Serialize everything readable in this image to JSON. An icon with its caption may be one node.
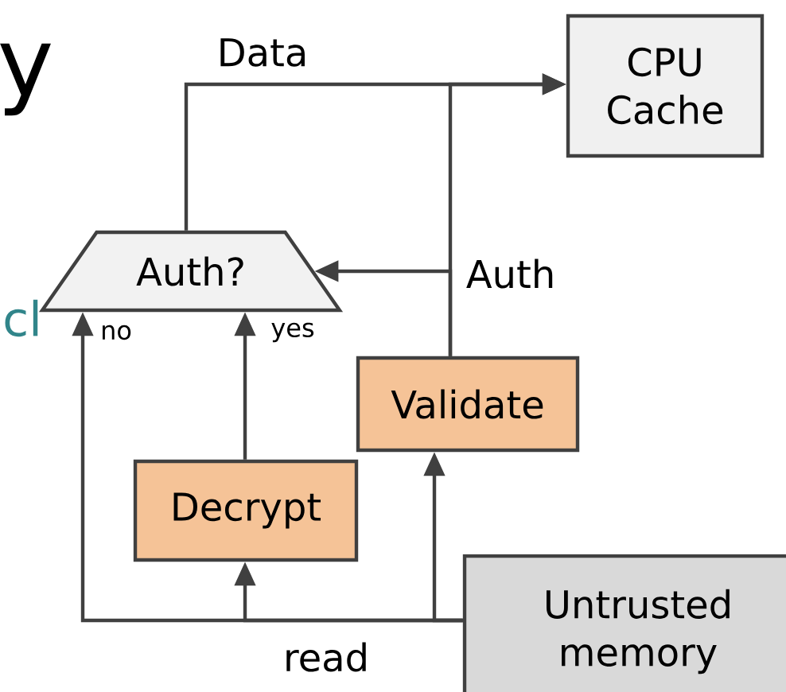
{
  "diagram": {
    "nodes": [
      {
        "text": [
          "Auth?"
        ]
      },
      {
        "text": [
          "CPU Cache"
        ]
      },
      {
        "text": [
          "Validate"
        ]
      },
      {
        "text": [
          "Decrypt"
        ]
      },
      {
        "text": [
          "Untrusted memory"
        ]
      }
    ],
    "edges": [
      {
        "from": 0,
        "to": 1,
        "arrow": "to",
        "label": "Data"
      },
      {
        "from": 2,
        "to": 1,
        "arrow": "to"
      },
      {
        "from": 2,
        "to": 0,
        "arrow": "to",
        "label": "Auth"
      },
      {
        "from": 4,
        "to": 0,
        "arrow": "to",
        "label": "no"
      },
      {
        "from": 4,
        "to": 3,
        "arrow": "to",
        "label": "read"
      },
      {
        "from": 4,
        "to": 2,
        "arrow": "to"
      },
      {
        "from": 3,
        "to": 0,
        "arrow": "to",
        "label": "yes"
      }
    ],
    "labels": [
      "y",
      "cl"
    ]
  }
}
